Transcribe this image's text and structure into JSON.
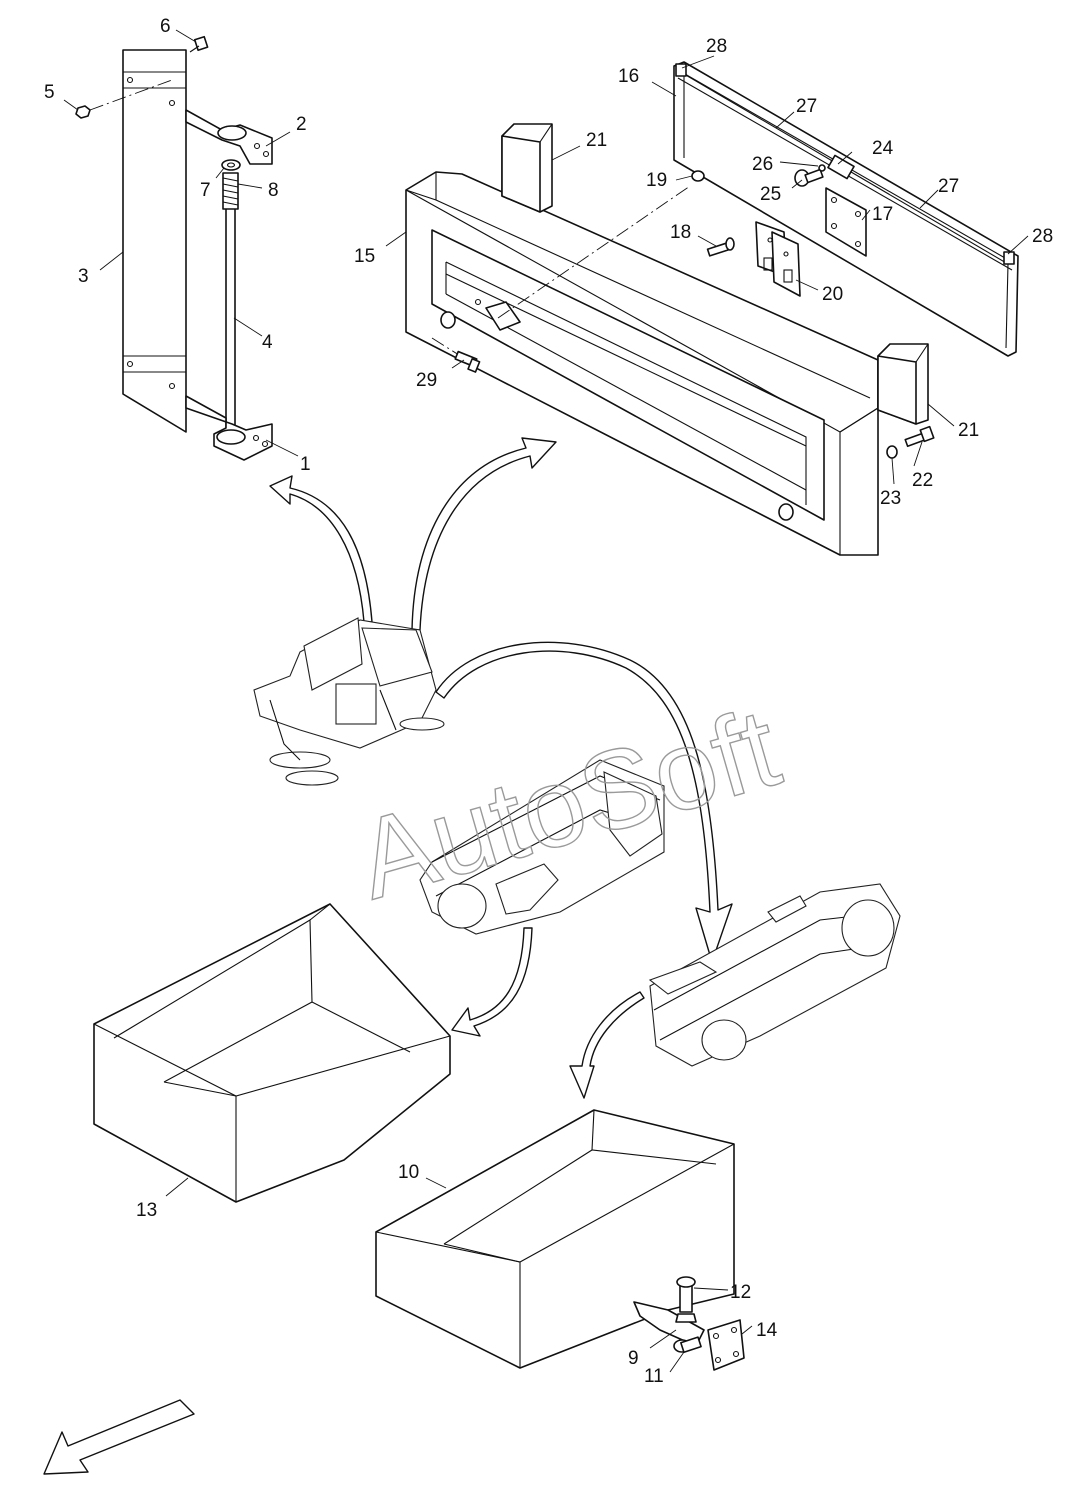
{
  "watermark": "AutoSoft",
  "callouts": {
    "c1": "1",
    "c2": "2",
    "c3": "3",
    "c4": "4",
    "c5": "5",
    "c6": "6",
    "c7": "7",
    "c8": "8",
    "c9": "9",
    "c10": "10",
    "c11": "11",
    "c12": "12",
    "c13": "13",
    "c14": "14",
    "c15": "15",
    "c16": "16",
    "c17": "17",
    "c18": "18",
    "c19": "19",
    "c20": "20",
    "c21a": "21",
    "c21b": "21",
    "c22": "22",
    "c23": "23",
    "c24": "24",
    "c25": "25",
    "c26": "26",
    "c27a": "27",
    "c27b": "27",
    "c28a": "28",
    "c28b": "28",
    "c29": "29"
  },
  "colors": {
    "line": "#111111",
    "watermark": "#9a9a9a",
    "background": "#ffffff"
  }
}
